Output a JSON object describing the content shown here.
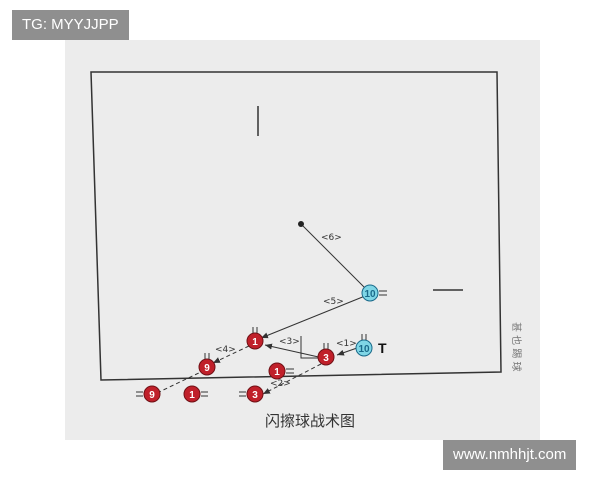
{
  "watermarks": {
    "top": "TG: MYYJJPP",
    "bottom": "www.nmhhjt.com"
  },
  "diagram": {
    "caption": "闪擦球战术图",
    "side_text": "甚 也\n踢 球",
    "arrow_labels": [
      "<6>",
      "<5>",
      "<3>",
      "<1>",
      "<4>",
      "<2>"
    ],
    "team_color": "#c0202a",
    "opponent_color": "#7fd6e6",
    "players": [
      {
        "number": "10",
        "team": "opponent"
      },
      {
        "number": "10",
        "team": "opponent"
      },
      {
        "number": "1",
        "team": "own"
      },
      {
        "number": "3",
        "team": "own"
      },
      {
        "number": "9",
        "team": "own"
      },
      {
        "number": "1",
        "team": "own"
      },
      {
        "number": "9",
        "team": "own"
      },
      {
        "number": "1",
        "team": "own"
      },
      {
        "number": "3",
        "team": "own"
      }
    ],
    "marker": "T"
  }
}
